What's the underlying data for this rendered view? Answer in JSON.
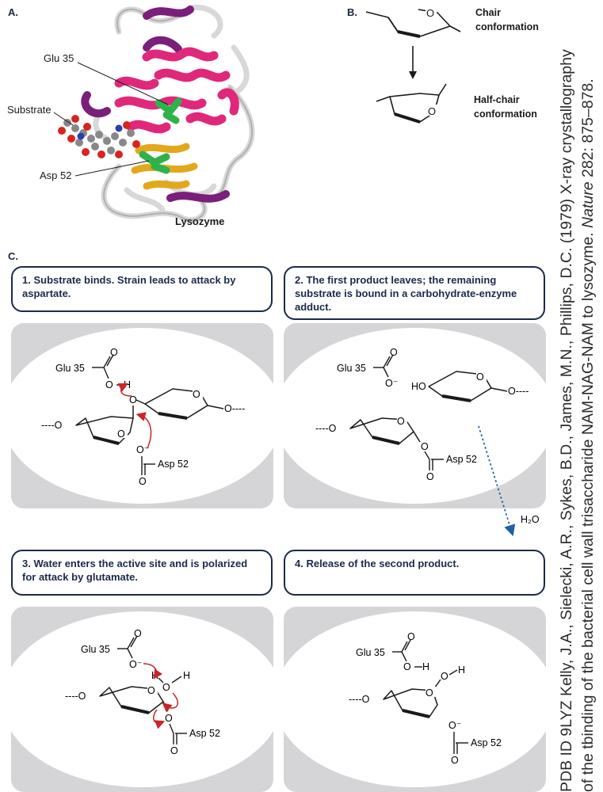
{
  "panel_a": {
    "letter": "A.",
    "label_glu": "Glu 35",
    "label_substrate": "Substrate",
    "label_asp": "Asp 52",
    "label_enzyme": "Lysozyme"
  },
  "panel_b": {
    "letter": "B.",
    "chair_line1": "Chair",
    "chair_line2": "conformation",
    "half_line1": "Half-chair",
    "half_line2": "conformation"
  },
  "panel_c": {
    "letter": "C.",
    "step1": "1. Substrate binds. Strain leads to attack by aspartate.",
    "step2": "2. The first product leaves; the remaining substrate is bound in a carbohydrate-enzyme adduct.",
    "step3": "3. Water enters the active site and is polarized for attack by glutamate.",
    "step4": "4. Release of the second product.",
    "water": "H₂O"
  },
  "chem": {
    "glu": "Glu 35",
    "asp": "Asp 52",
    "o": "O",
    "h": "H",
    "ho": "HO",
    "o_minus": "O⁻",
    "o_dash_left": "----O",
    "o_dash_right": "O----"
  },
  "credit": {
    "line1": "PDB ID 9LYZ Kelly, J.A., Sielecki, A.R., Sykes, B.D., James, M.N., Phillips, D.C. (1979) X-ray crystallography",
    "line2_a": "of the tbinding of the bacterial cell wall trisaccharide NAM-NAG-NAM to lysozyme. ",
    "line2_journal": "Nature",
    "line2_b": " 282: 875–878."
  }
}
